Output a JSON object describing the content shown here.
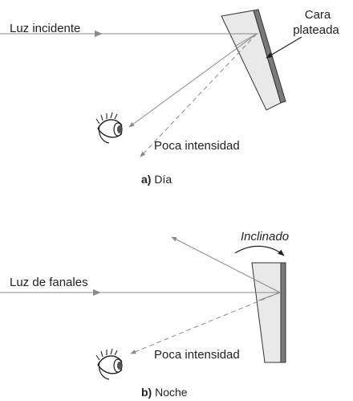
{
  "panel_a": {
    "incident_label": "Luz incidente",
    "surface_label_line1": "Cara",
    "surface_label_line2": "plateada",
    "weak_label": "Poca intensidad",
    "caption_letter": "a)",
    "caption_text": " Día"
  },
  "panel_b": {
    "tilt_label": "Inclinado",
    "incident_label": "Luz de fanales",
    "weak_label": "Poca intensidad",
    "caption_letter": "b)",
    "caption_text": " Noche"
  },
  "colors": {
    "ray": "#8a8a8a",
    "glass_fill": "#e9e9e9",
    "glass_edge": "#333333",
    "silver": "#7a7a7a",
    "text": "#222222"
  },
  "icons": [
    "eye-icon"
  ]
}
